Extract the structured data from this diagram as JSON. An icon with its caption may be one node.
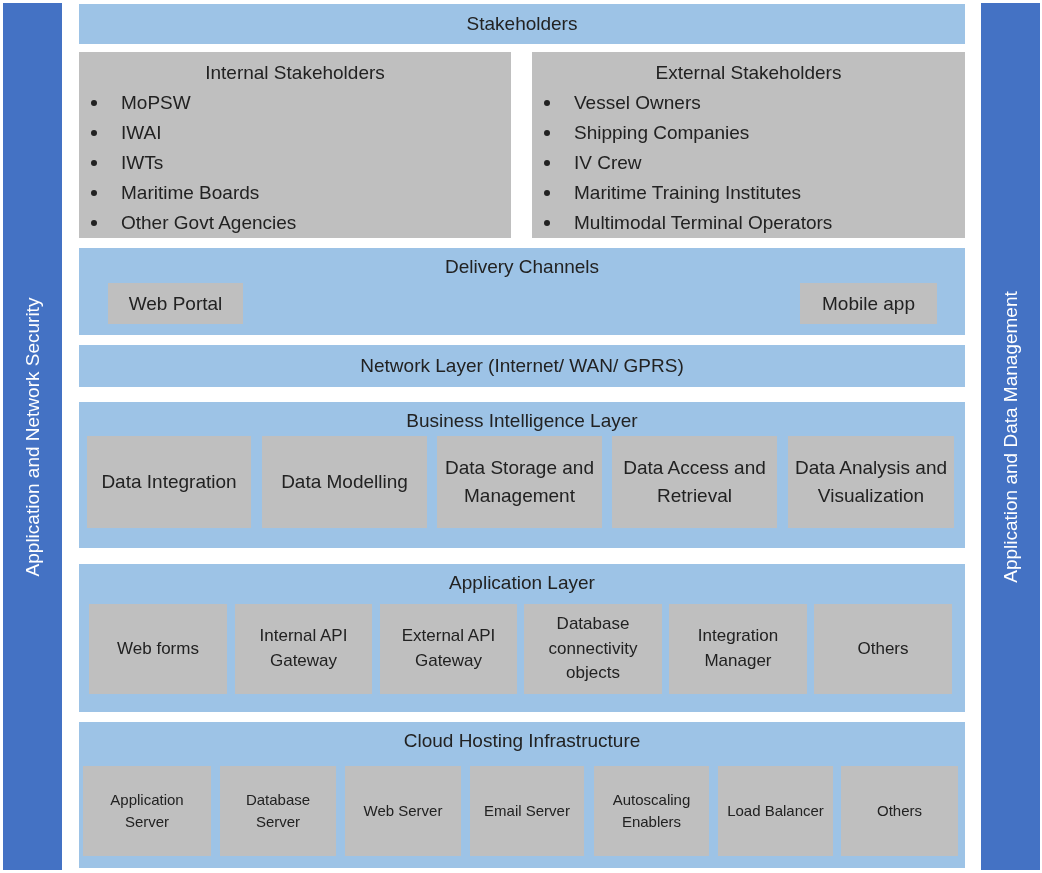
{
  "diagram": {
    "nodes": [
      {
        "text": [
          "Application and Network Security"
        ]
      },
      {
        "text": [
          "Stakeholders"
        ]
      },
      {
        "text": [
          "Internal Stakeholders",
          "MoPSW",
          "IWAI",
          "IWTs",
          "Maritime Boards",
          "Other Govt Agencies"
        ]
      },
      {
        "text": [
          "External Stakeholders",
          "Vessel Owners",
          "Shipping Companies",
          "IV Crew",
          "Maritime Training Institutes",
          "Multimodal Terminal Operators"
        ]
      },
      {
        "text": [
          "Delivery Channels"
        ]
      },
      {
        "text": [
          "Web Portal"
        ],
        "in": 4
      },
      {
        "text": [
          "Mobile app"
        ],
        "in": 4
      },
      {
        "text": [
          "Network Layer (Internet/ WAN/ GPRS)"
        ]
      },
      {
        "text": [
          "Business Intelligence Layer"
        ]
      },
      {
        "text": [
          "Data Integration"
        ],
        "in": 8
      },
      {
        "text": [
          "Data Modelling"
        ],
        "in": 8
      },
      {
        "text": [
          "Data Storage and Management"
        ],
        "in": 8
      },
      {
        "text": [
          "Data Access and Retrieval"
        ],
        "in": 8
      },
      {
        "text": [
          "Data Analysis and Visualization"
        ],
        "in": 8
      },
      {
        "text": [
          "Application Layer"
        ]
      },
      {
        "text": [
          "Web forms"
        ],
        "in": 14
      },
      {
        "text": [
          "Internal API Gateway"
        ],
        "in": 14
      },
      {
        "text": [
          "External API Gateway"
        ],
        "in": 14
      },
      {
        "text": [
          "Database connectivity objects"
        ],
        "in": 14
      },
      {
        "text": [
          "Integration Manager"
        ],
        "in": 14
      },
      {
        "text": [
          "Others"
        ],
        "in": 14
      },
      {
        "text": [
          "Cloud Hosting Infrastructure"
        ]
      },
      {
        "text": [
          "Application Server"
        ],
        "in": 21
      },
      {
        "text": [
          "Database Server"
        ],
        "in": 21
      },
      {
        "text": [
          "Web Server"
        ],
        "in": 21
      },
      {
        "text": [
          "Email Server"
        ],
        "in": 21
      },
      {
        "text": [
          "Autoscaling Enablers"
        ],
        "in": 21
      },
      {
        "text": [
          "Load Balancer"
        ],
        "in": 21
      },
      {
        "text": [
          "Others"
        ],
        "in": 21
      },
      {
        "text": [
          "Application and Data Management"
        ]
      }
    ]
  }
}
